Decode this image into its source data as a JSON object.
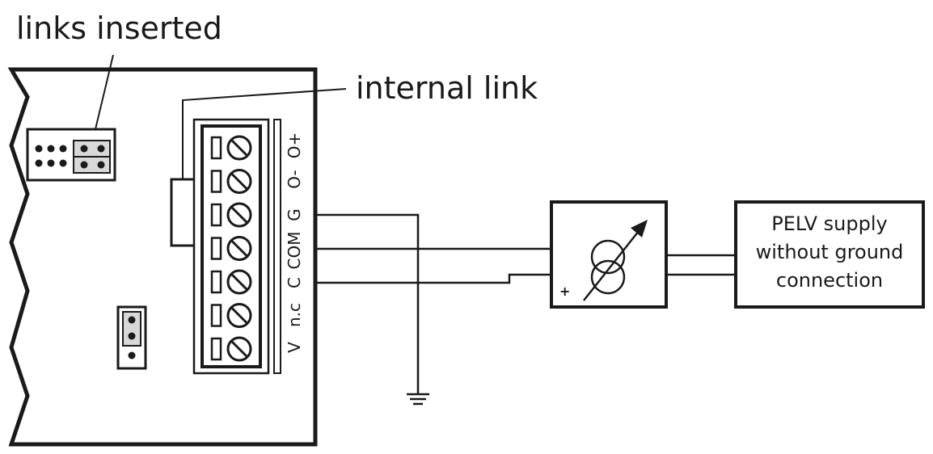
{
  "labels": {
    "links_inserted": "links inserted",
    "internal_link": "internal link",
    "supply_line1": "PELV supply",
    "supply_line2": "without ground",
    "supply_line3": "connection",
    "plus_sign": "+"
  },
  "terminals": [
    "V",
    "n.c",
    "C",
    "COM",
    "G",
    "O-",
    "O+"
  ],
  "colors": {
    "ink": "#1a1a1a",
    "paper": "#ffffff",
    "jumper": "#d8d8d8"
  }
}
